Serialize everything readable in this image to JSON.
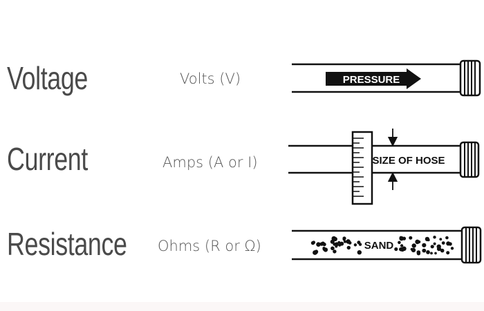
{
  "rows": [
    {
      "term": "Voltage",
      "unit": "Volts (V)",
      "label": "PRESSURE"
    },
    {
      "term": "Current",
      "unit": "Amps (A or I)",
      "label": "SIZE OF HOSE"
    },
    {
      "term": "Resistance",
      "unit": "Ohms (R or Ω)",
      "label": "SAND"
    }
  ],
  "colors": {
    "term": "#4a4a4a",
    "unit": "#555555",
    "ink": "#111111"
  }
}
